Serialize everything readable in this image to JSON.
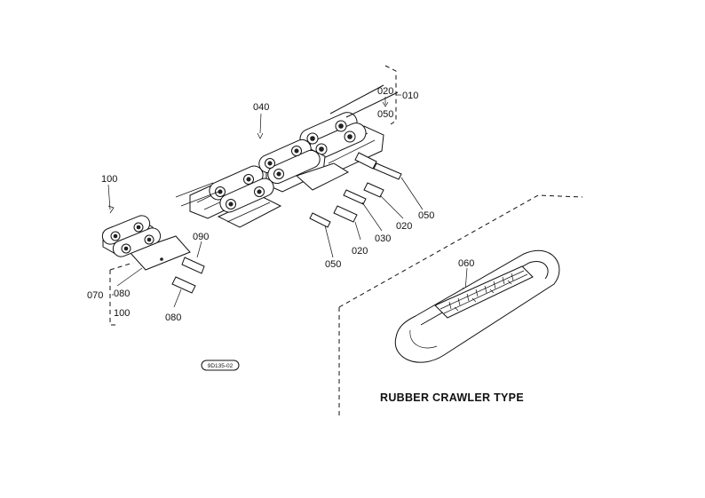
{
  "part_numbers": {
    "p010": "010",
    "p020_top": "020",
    "p050_top": "050",
    "p040": "040",
    "p100_left": "100",
    "p090": "090",
    "p070": "070",
    "p080_bracket": "080",
    "p100_bracket": "100",
    "p080_pin": "080",
    "p050_right": "050",
    "p020_right": "020",
    "p030": "030",
    "p020_mid": "020",
    "p050_mid": "050",
    "p060": "060"
  },
  "caption": "RUBBER CRAWLER TYPE",
  "figure_id": "9D135-02"
}
